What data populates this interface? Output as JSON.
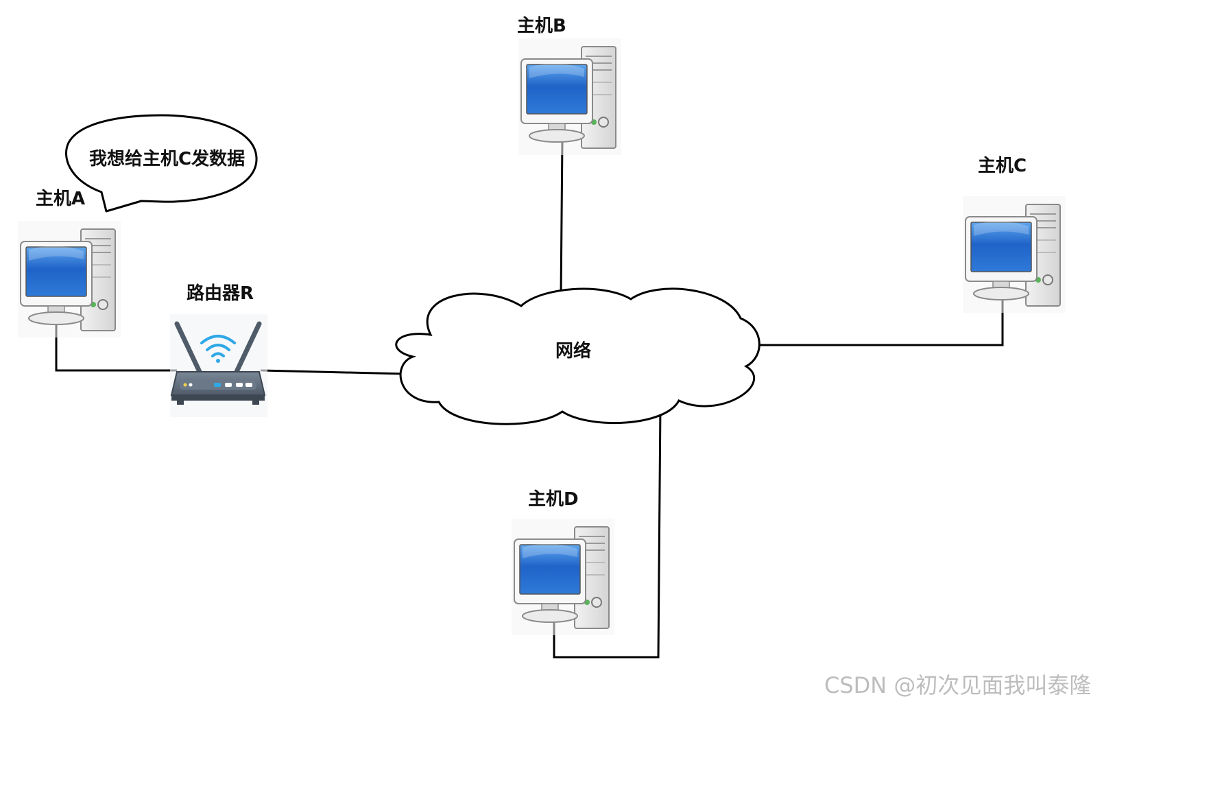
{
  "nodes": {
    "host_a": {
      "label": "主机A"
    },
    "host_b": {
      "label": "主机B"
    },
    "host_c": {
      "label": "主机C"
    },
    "host_d": {
      "label": "主机D"
    },
    "router": {
      "label": "路由器R"
    },
    "network": {
      "label": "网络"
    }
  },
  "speech_bubble": {
    "text": "我想给主机C发数据"
  },
  "watermark": {
    "text": "CSDN @初次见面我叫泰隆"
  },
  "colors": {
    "screen_blue": "#1f63c8",
    "wifi_blue": "#2fa8e8",
    "line": "#000000"
  }
}
